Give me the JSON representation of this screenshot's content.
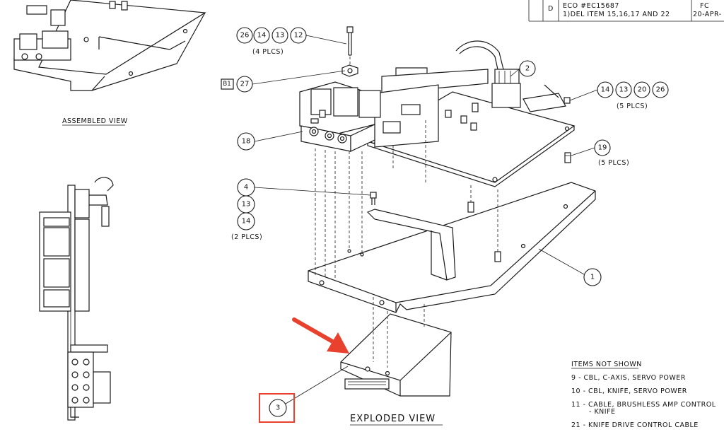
{
  "revision": {
    "letter": "D",
    "eco": "ECO #EC15687",
    "description": "1)DEL ITEM 15,16,17 AND 22",
    "approver": "FC",
    "date": "20-APR-"
  },
  "views": {
    "assembled": "ASSEMBLED VIEW",
    "exploded": "EXPLODED VIEW"
  },
  "callouts": {
    "top_group": [
      "26",
      "14",
      "13",
      "12"
    ],
    "top_group_qty": "(4 PLCS)",
    "b1_tag": "B1",
    "b1_item": "27",
    "item_2": "2",
    "right_group": [
      "14",
      "13",
      "20",
      "26"
    ],
    "right_group_qty": "(5 PLCS)",
    "item_18": "18",
    "item_19": "19",
    "item_19_qty": "(5 PLCS)",
    "left_stack": [
      "4",
      "13",
      "14"
    ],
    "left_stack_qty": "(2 PLCS)",
    "item_1": "1",
    "item_3": "3"
  },
  "items_not_shown": {
    "heading": "ITEMS NOT SHOWN",
    "lines": [
      "9 - CBL, C-AXIS, SERVO POWER",
      "10 - CBL, KNIFE, SERVO POWER",
      "11 - CABLE, BRUSHLESS AMP CONTROL",
      "- KNIFE",
      "21 - KNIFE DRIVE CONTROL CABLE"
    ]
  },
  "highlight": {
    "color": "#e8422f",
    "target_item": "3"
  }
}
